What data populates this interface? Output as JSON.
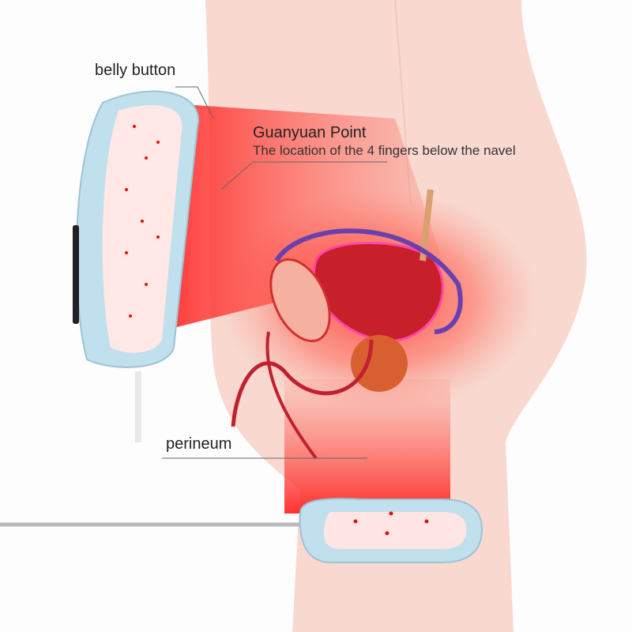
{
  "labels": {
    "belly_button": "belly button",
    "guanyuan_title": "Guanyuan Point",
    "guanyuan_subtitle": "The location of the 4 fingers below the navel",
    "perineum": "perineum"
  },
  "colors": {
    "skin": "#f8d8cf",
    "light": "#ff3b30",
    "device": "#bfe0ec",
    "organ": "#c8202a"
  }
}
